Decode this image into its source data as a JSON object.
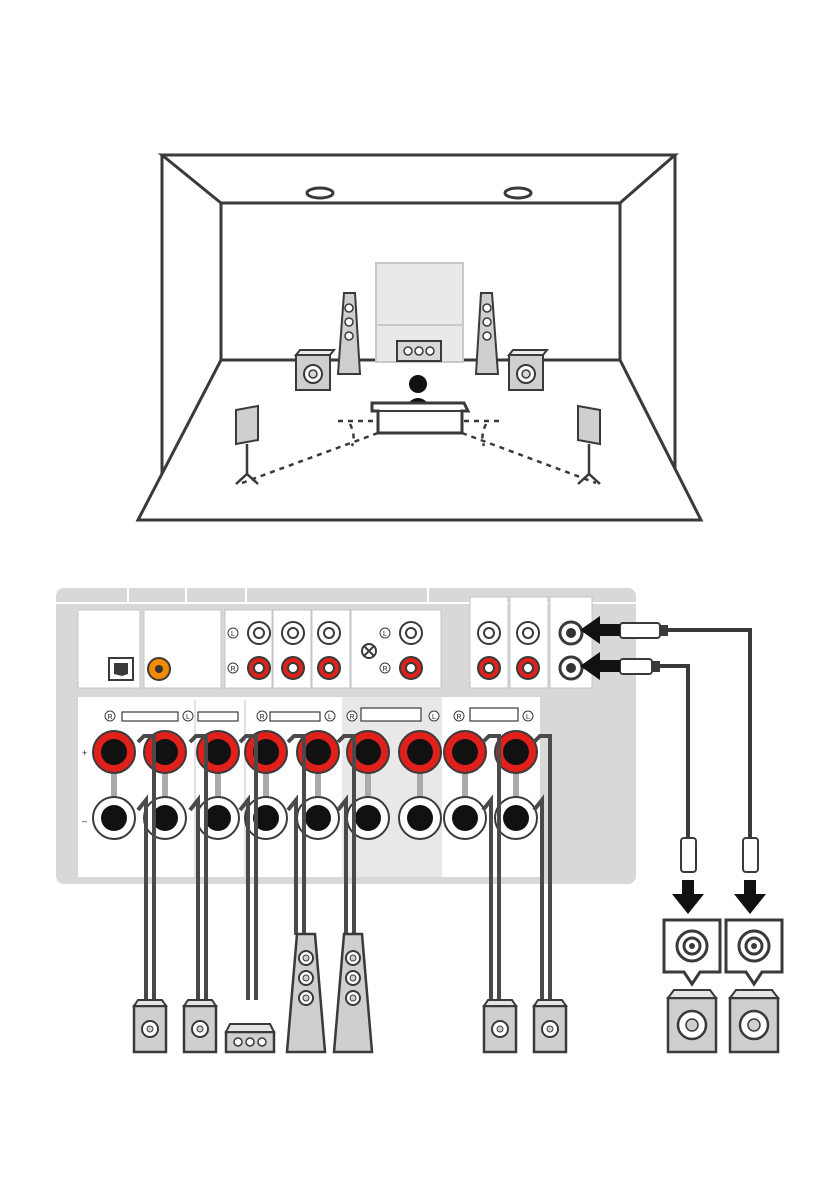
{
  "diagram": {
    "type": "speaker-connection",
    "room": {
      "ceiling_speakers": 2,
      "front_speakers": 2,
      "center_speakers": 1,
      "surround_speakers": 2,
      "surround_back_speakers": 2,
      "subwoofers": 2,
      "listener": 1
    },
    "receiver": {
      "channel_labels": {
        "right": "R",
        "left": "L"
      },
      "speaker_terminal_pairs": 9,
      "polarity": {
        "positive": "+",
        "negative": "–"
      }
    },
    "connected_speakers": [
      {
        "kind": "surround"
      },
      {
        "kind": "surround"
      },
      {
        "kind": "center"
      },
      {
        "kind": "front"
      },
      {
        "kind": "front"
      },
      {
        "kind": "surround-back"
      },
      {
        "kind": "surround-back"
      },
      {
        "kind": "subwoofer"
      },
      {
        "kind": "subwoofer"
      }
    ],
    "colors": {
      "line": "#3a3a3a",
      "panel": "#d8d8d8",
      "terminal_red": "#e0201b",
      "optical_orange": "#f08a00",
      "speaker_gray": "#cfcfcf",
      "cable": "#4a4a4a",
      "arrow": "#111111"
    }
  }
}
